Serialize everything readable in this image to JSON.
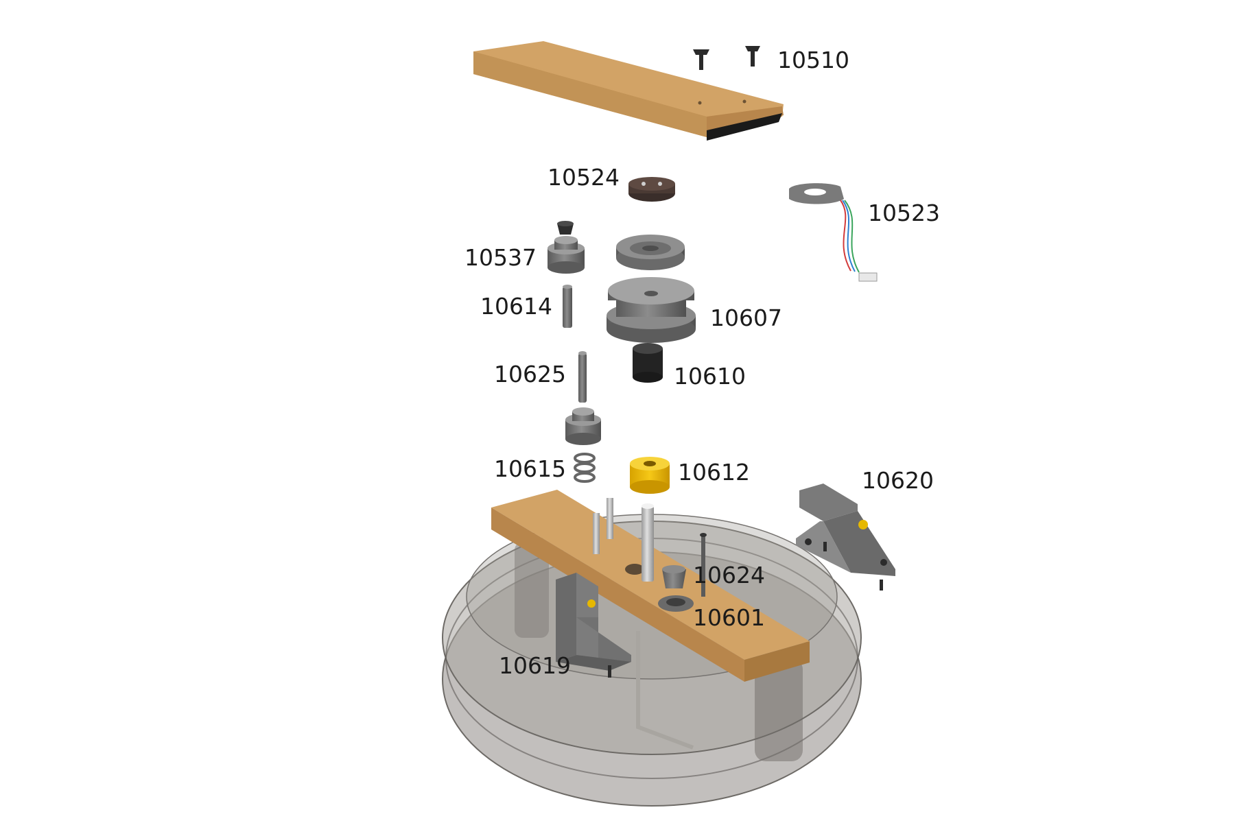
{
  "diagram": {
    "type": "exploded-assembly",
    "colors": {
      "wood": "#d2a366",
      "wood_shade": "#b8864c",
      "dark_gray": "#6e6e6e",
      "black": "#222222",
      "brass": "#e6b800",
      "glass": "#8a8782"
    },
    "labels": [
      {
        "id": "10510",
        "text": "10510"
      },
      {
        "id": "10524",
        "text": "10524"
      },
      {
        "id": "10523",
        "text": "10523"
      },
      {
        "id": "10537",
        "text": "10537"
      },
      {
        "id": "10614",
        "text": "10614"
      },
      {
        "id": "10607",
        "text": "10607"
      },
      {
        "id": "10625",
        "text": "10625"
      },
      {
        "id": "10610",
        "text": "10610"
      },
      {
        "id": "10615",
        "text": "10615"
      },
      {
        "id": "10612",
        "text": "10612"
      },
      {
        "id": "10620",
        "text": "10620"
      },
      {
        "id": "10624",
        "text": "10624"
      },
      {
        "id": "10601",
        "text": "10601"
      },
      {
        "id": "10619",
        "text": "10619"
      }
    ]
  }
}
